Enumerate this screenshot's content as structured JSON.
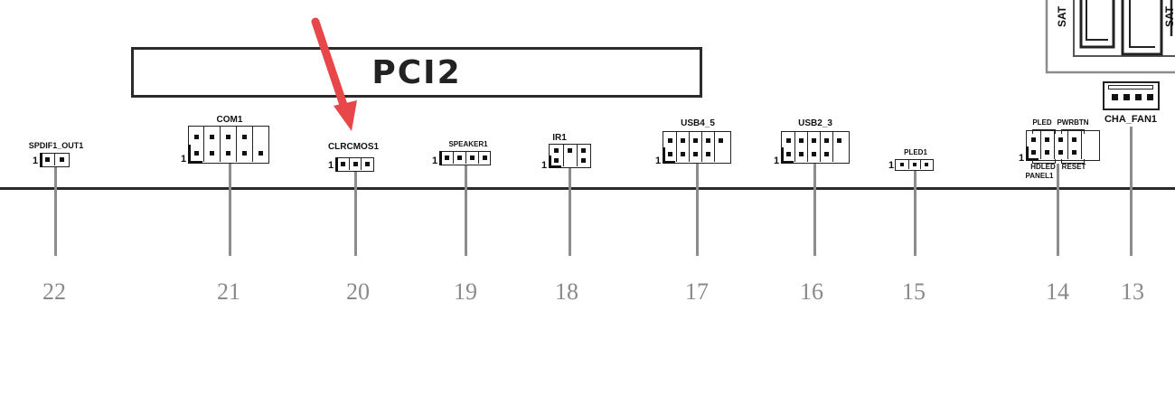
{
  "pci_slot": {
    "label": "PCI2"
  },
  "connectors": [
    {
      "id": "spdif",
      "label": "SPDIF1_OUT1",
      "pin1": "1",
      "callout": "22"
    },
    {
      "id": "com",
      "label": "COM1",
      "pin1": "1",
      "callout": "21"
    },
    {
      "id": "clrcmos",
      "label": "CLRCMOS1",
      "pin1": "1",
      "callout": "20"
    },
    {
      "id": "speaker",
      "label": "SPEAKER1",
      "pin1": "1",
      "callout": "19"
    },
    {
      "id": "ir",
      "label": "IR1",
      "pin1": "1",
      "callout": "18"
    },
    {
      "id": "usb45",
      "label": "USB4_5",
      "pin1": "1",
      "callout": "17"
    },
    {
      "id": "usb23",
      "label": "USB2_3",
      "pin1": "1",
      "callout": "16"
    },
    {
      "id": "pled",
      "label": "PLED1",
      "pin1": "1",
      "callout": "15"
    },
    {
      "id": "panel",
      "label": "PANEL1",
      "pin1": "1",
      "callout": "14",
      "sub_labels": {
        "pled": "PLED",
        "pwrbtn": "PWRBTN",
        "hdled": "HDLED",
        "reset": "RESET"
      }
    },
    {
      "id": "chafan",
      "label": "CHA_FAN1",
      "callout": "13"
    }
  ],
  "sata_labels": [
    "SAT",
    "SAT"
  ],
  "colors": {
    "arrow": "#e8474a",
    "callout_text": "#8a8a8a",
    "leader": "#8c8c8c",
    "outline": "#222222"
  }
}
